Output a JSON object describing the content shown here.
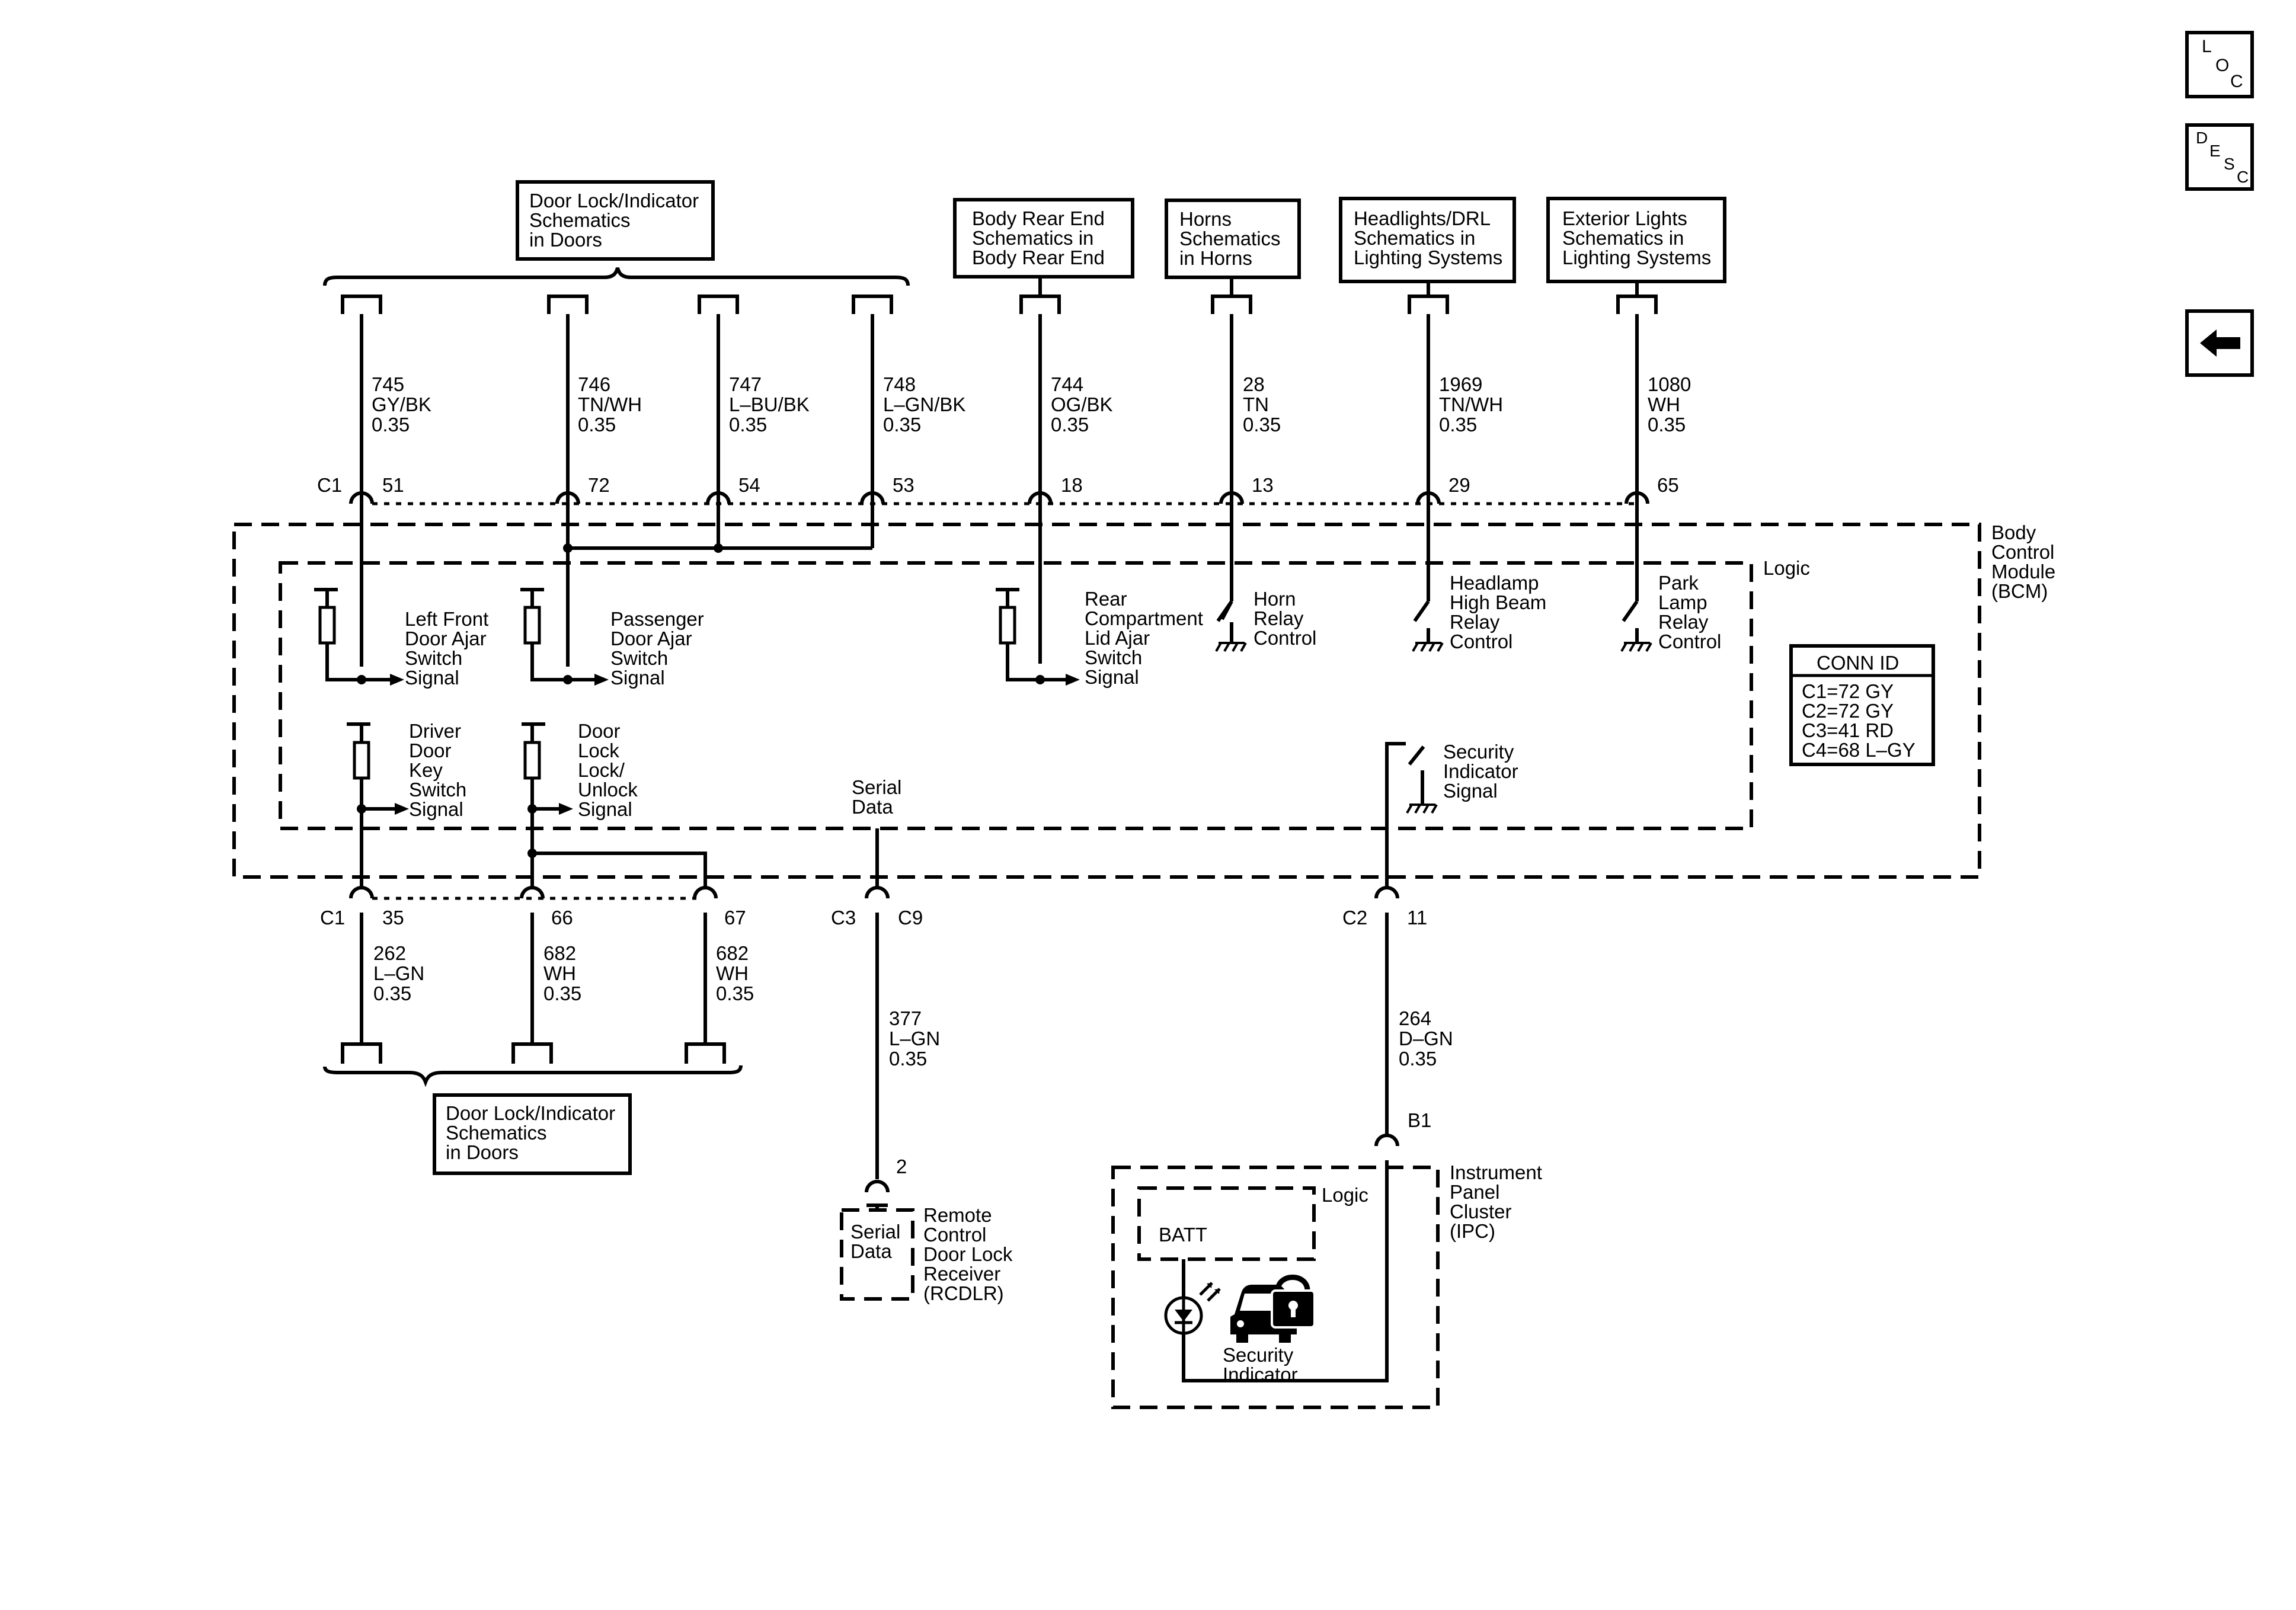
{
  "nav": {
    "loc_label": "LOC",
    "desc_label": "DESC",
    "back_icon": "left-arrow-icon"
  },
  "refs": {
    "door_lock_top": [
      "Door Lock/Indicator",
      "Schematics",
      "in Doors"
    ],
    "body_rear": [
      "Body Rear End",
      "Schematics in",
      "Body Rear End"
    ],
    "horns": [
      "Horns",
      "Schematics",
      "in Horns"
    ],
    "headlights": [
      "Headlights/DRL",
      "Schematics in",
      "Lighting Systems"
    ],
    "exterior": [
      "Exterior Lights",
      "Schematics in",
      "Lighting Systems"
    ],
    "door_lock_bottom": [
      "Door Lock/Indicator",
      "Schematics",
      "in Doors"
    ]
  },
  "top_wires": [
    {
      "circuit": "745",
      "color": "GY/BK",
      "gauge": "0.35",
      "pin": "51"
    },
    {
      "circuit": "746",
      "color": "TN/WH",
      "gauge": "0.35",
      "pin": "72"
    },
    {
      "circuit": "747",
      "color": "L–BU/BK",
      "gauge": "0.35",
      "pin": "54"
    },
    {
      "circuit": "748",
      "color": "L–GN/BK",
      "gauge": "0.35",
      "pin": "53"
    },
    {
      "circuit": "744",
      "color": "OG/BK",
      "gauge": "0.35",
      "pin": "18"
    },
    {
      "circuit": "28",
      "color": "TN",
      "gauge": "0.35",
      "pin": "13"
    },
    {
      "circuit": "1969",
      "color": "TN/WH",
      "gauge": "0.35",
      "pin": "29"
    },
    {
      "circuit": "1080",
      "color": "WH",
      "gauge": "0.35",
      "pin": "65"
    }
  ],
  "top_connector": "C1",
  "bcm": {
    "label": [
      "Body",
      "Control",
      "Module",
      "(BCM)"
    ],
    "logic": "Logic",
    "inputs": {
      "left_front": [
        "Left Front",
        "Door Ajar",
        "Switch",
        "Signal"
      ],
      "passenger": [
        "Passenger",
        "Door Ajar",
        "Switch",
        "Signal"
      ],
      "rear_comp": [
        "Rear",
        "Compartment",
        "Lid Ajar",
        "Switch",
        "Signal"
      ],
      "driver_key": [
        "Driver",
        "Door",
        "Key",
        "Switch",
        "Signal"
      ],
      "door_lock": [
        "Door",
        "Lock",
        "Lock/",
        "Unlock",
        "Signal"
      ]
    },
    "outputs": {
      "horn": [
        "Horn",
        "Relay",
        "Control"
      ],
      "headlamp": [
        "Headlamp",
        "High Beam",
        "Relay",
        "Control"
      ],
      "park": [
        "Park",
        "Lamp",
        "Relay",
        "Control"
      ],
      "security": [
        "Security",
        "Indicator",
        "Signal"
      ]
    },
    "serial_data": [
      "Serial",
      "Data"
    ]
  },
  "conn_id": {
    "title": "CONN ID",
    "rows": [
      "C1=72 GY",
      "C2=72 GY",
      "C3=41 RD",
      "C4=68 L–GY"
    ]
  },
  "bottom_wires": [
    {
      "circuit": "262",
      "color": "L–GN",
      "gauge": "0.35",
      "pin": "35",
      "conn": "C1"
    },
    {
      "circuit": "682",
      "color": "WH",
      "gauge": "0.35",
      "pin": "66"
    },
    {
      "circuit": "682",
      "color": "WH",
      "gauge": "0.35",
      "pin": "67"
    },
    {
      "circuit": "377",
      "color": "L–GN",
      "gauge": "0.35",
      "pin": "C9",
      "conn": "C3"
    },
    {
      "circuit": "264",
      "color": "D–GN",
      "gauge": "0.35",
      "pin": "11",
      "conn": "C2"
    }
  ],
  "rcdlr": {
    "pin": "2",
    "inner": [
      "Serial",
      "Data"
    ],
    "label": [
      "Remote",
      "Control",
      "Door Lock",
      "Receiver",
      "(RCDLR)"
    ]
  },
  "ipc": {
    "pin": "B1",
    "label": [
      "Instrument",
      "Panel",
      "Cluster",
      "(IPC)"
    ],
    "logic": "Logic",
    "batt": "BATT",
    "indicator": [
      "Security",
      "Indicator"
    ],
    "icon": "car-lock-icon"
  }
}
